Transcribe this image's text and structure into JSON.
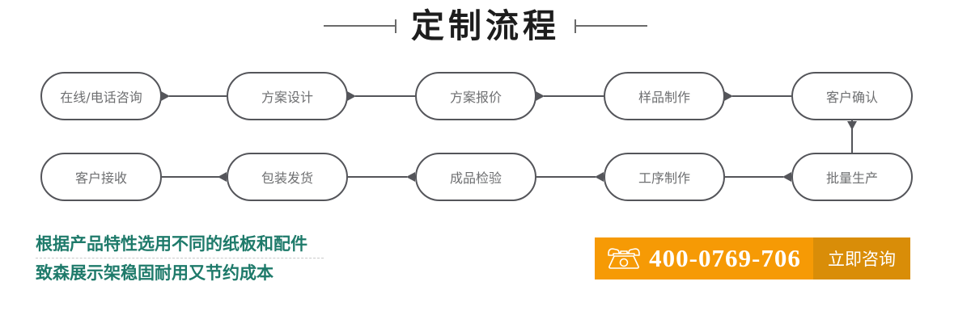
{
  "header": {
    "title": "定制流程"
  },
  "flow": {
    "row1": [
      "在线/电话咨询",
      "方案设计",
      "方案报价",
      "样品制作",
      "客户确认"
    ],
    "row2": [
      "客户接收",
      "包装发货",
      "成品检验",
      "工序制作",
      "批量生产"
    ],
    "sequence_note": "top row flows left-to-right, drops down from 客户确认 to 批量生产, bottom row flows right-to-left",
    "node_border_color": "#54555A",
    "node_text_color": "#6E6F71"
  },
  "promo": {
    "line1": "根据产品特性选用不同的纸板和配件",
    "line2": "致森展示架稳固耐用又节约成本",
    "text_color": "#1E7A6A"
  },
  "contact": {
    "icon": "phone-icon",
    "phone": "400-0769-706",
    "cta_label": "立即咨询",
    "bar_color": "#F69A05",
    "cta_color": "#D98D08"
  }
}
